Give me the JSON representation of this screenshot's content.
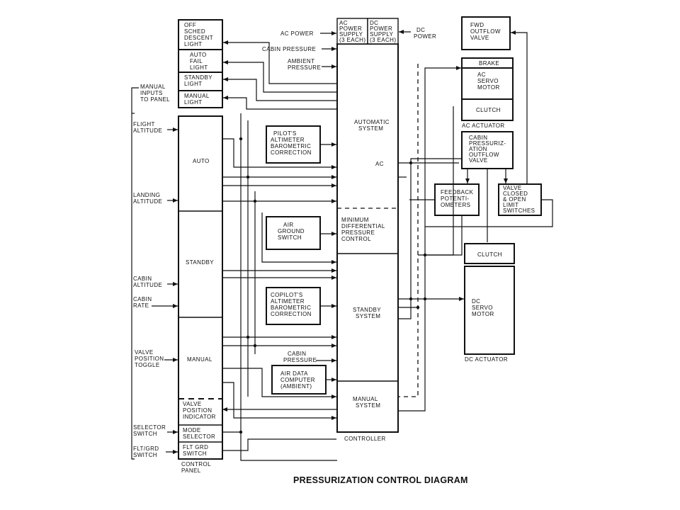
{
  "title": "PRESSURIZATION CONTROL DIAGRAM",
  "panel_boxes": {
    "off_sched": [
      "OFF",
      "SCHED",
      "DESCENT",
      "LIGHT"
    ],
    "auto_fail": [
      "AUTO",
      "FAIL",
      "LIGHT"
    ],
    "standby_light": [
      "STANDBY",
      "LIGHT"
    ],
    "manual_light": [
      "MANUAL",
      "LIGHT"
    ],
    "auto": "AUTO",
    "standby": "STANDBY",
    "manual": "MANUAL",
    "valve_position_indicator": [
      "VALVE",
      "POSITION",
      "INDICATOR"
    ],
    "mode_selector": [
      "MODE",
      "SELECTOR"
    ],
    "flt_grd_switch": [
      "FLT GRD",
      "SWITCH"
    ],
    "control_panel": [
      "CONTROL",
      "PANEL"
    ]
  },
  "left_inputs": {
    "manual_inputs": [
      "MANUAL",
      "INPUTS",
      "TO PANEL"
    ],
    "flight_altitude": [
      "FLIGHT",
      "ALTITUDE"
    ],
    "landing_altitude": [
      "LANDING",
      "ALTITUDE"
    ],
    "cabin_altitude": [
      "CABIN",
      "ALTITUDE"
    ],
    "cabin_rate": [
      "CABIN",
      "RATE"
    ],
    "valve_position_toggle": [
      "VALVE",
      "POSITION",
      "TOGGLE"
    ],
    "selector_switch": [
      "SELECTOR",
      "SWITCH"
    ],
    "flt_grd_switch": [
      "FLT/GRD",
      "SWITCH"
    ]
  },
  "middle_boxes": {
    "pilot_altimeter": [
      "PILOT'S",
      "ALTIMETER",
      "BAROMETRIC",
      "CORRECTION"
    ],
    "air_ground_switch": [
      "AIR",
      "GROUND",
      "SWITCH"
    ],
    "copilot_altimeter": [
      "COPILOT'S",
      "ALTIMETER",
      "BAROMETRIC",
      "CORRECTION"
    ],
    "air_data_computer": [
      "AIR DATA",
      "COMPUTER",
      "(AMBIENT)"
    ]
  },
  "top_inputs": {
    "ac_power": "AC POWER",
    "cabin_pressure": "CABIN PRESSURE",
    "ambient_pressure": [
      "AMBIENT",
      "PRESSURE"
    ],
    "dc_power": [
      "DC",
      "POWER"
    ]
  },
  "power_supplies": {
    "ac": [
      "AC",
      "POWER",
      "SUPPLY",
      "(3 EACH)"
    ],
    "dc": [
      "DC",
      "POWER",
      "SUPPLY",
      "(3 EACH)"
    ]
  },
  "controller": {
    "automatic_system": [
      "AUTOMATIC",
      "SYSTEM"
    ],
    "ac_label": "AC",
    "minimum_differential": [
      "MINIMUM",
      "DIFFERENTIAL",
      "PRESSURE",
      "CONTROL"
    ],
    "standby_system": [
      "STANDBY",
      "SYSTEM"
    ],
    "cabin_pressure": [
      "CABIN",
      "PRESSURE"
    ],
    "manual_system": [
      "MANUAL",
      "SYSTEM"
    ],
    "label": "CONTROLLER"
  },
  "right_side": {
    "fwd_outflow_valve": [
      "FWD",
      "OUTFLOW",
      "VALVE"
    ],
    "brake": "BRAKE",
    "ac_servo_motor": [
      "AC",
      "SERVO",
      "MOTOR"
    ],
    "clutch_ac": "CLUTCH",
    "ac_actuator": "AC ACTUATOR",
    "cabin_pressurization_valve": [
      "CABIN",
      "PRESSURIZ-",
      "ATION",
      "OUTFLOW",
      "VALVE"
    ],
    "feedback_potentiometers": [
      "FEEDBACK",
      "POTENTI-",
      "OMETERS"
    ],
    "valve_limit_switches": [
      "VALVE",
      "CLOSED",
      "& OPEN",
      "LIMIT",
      "SWITCHES"
    ],
    "clutch_dc": "CLUTCH",
    "dc_servo_motor": [
      "DC",
      "SERVO",
      "MOTOR"
    ],
    "dc_actuator": "DC ACTUATOR"
  }
}
